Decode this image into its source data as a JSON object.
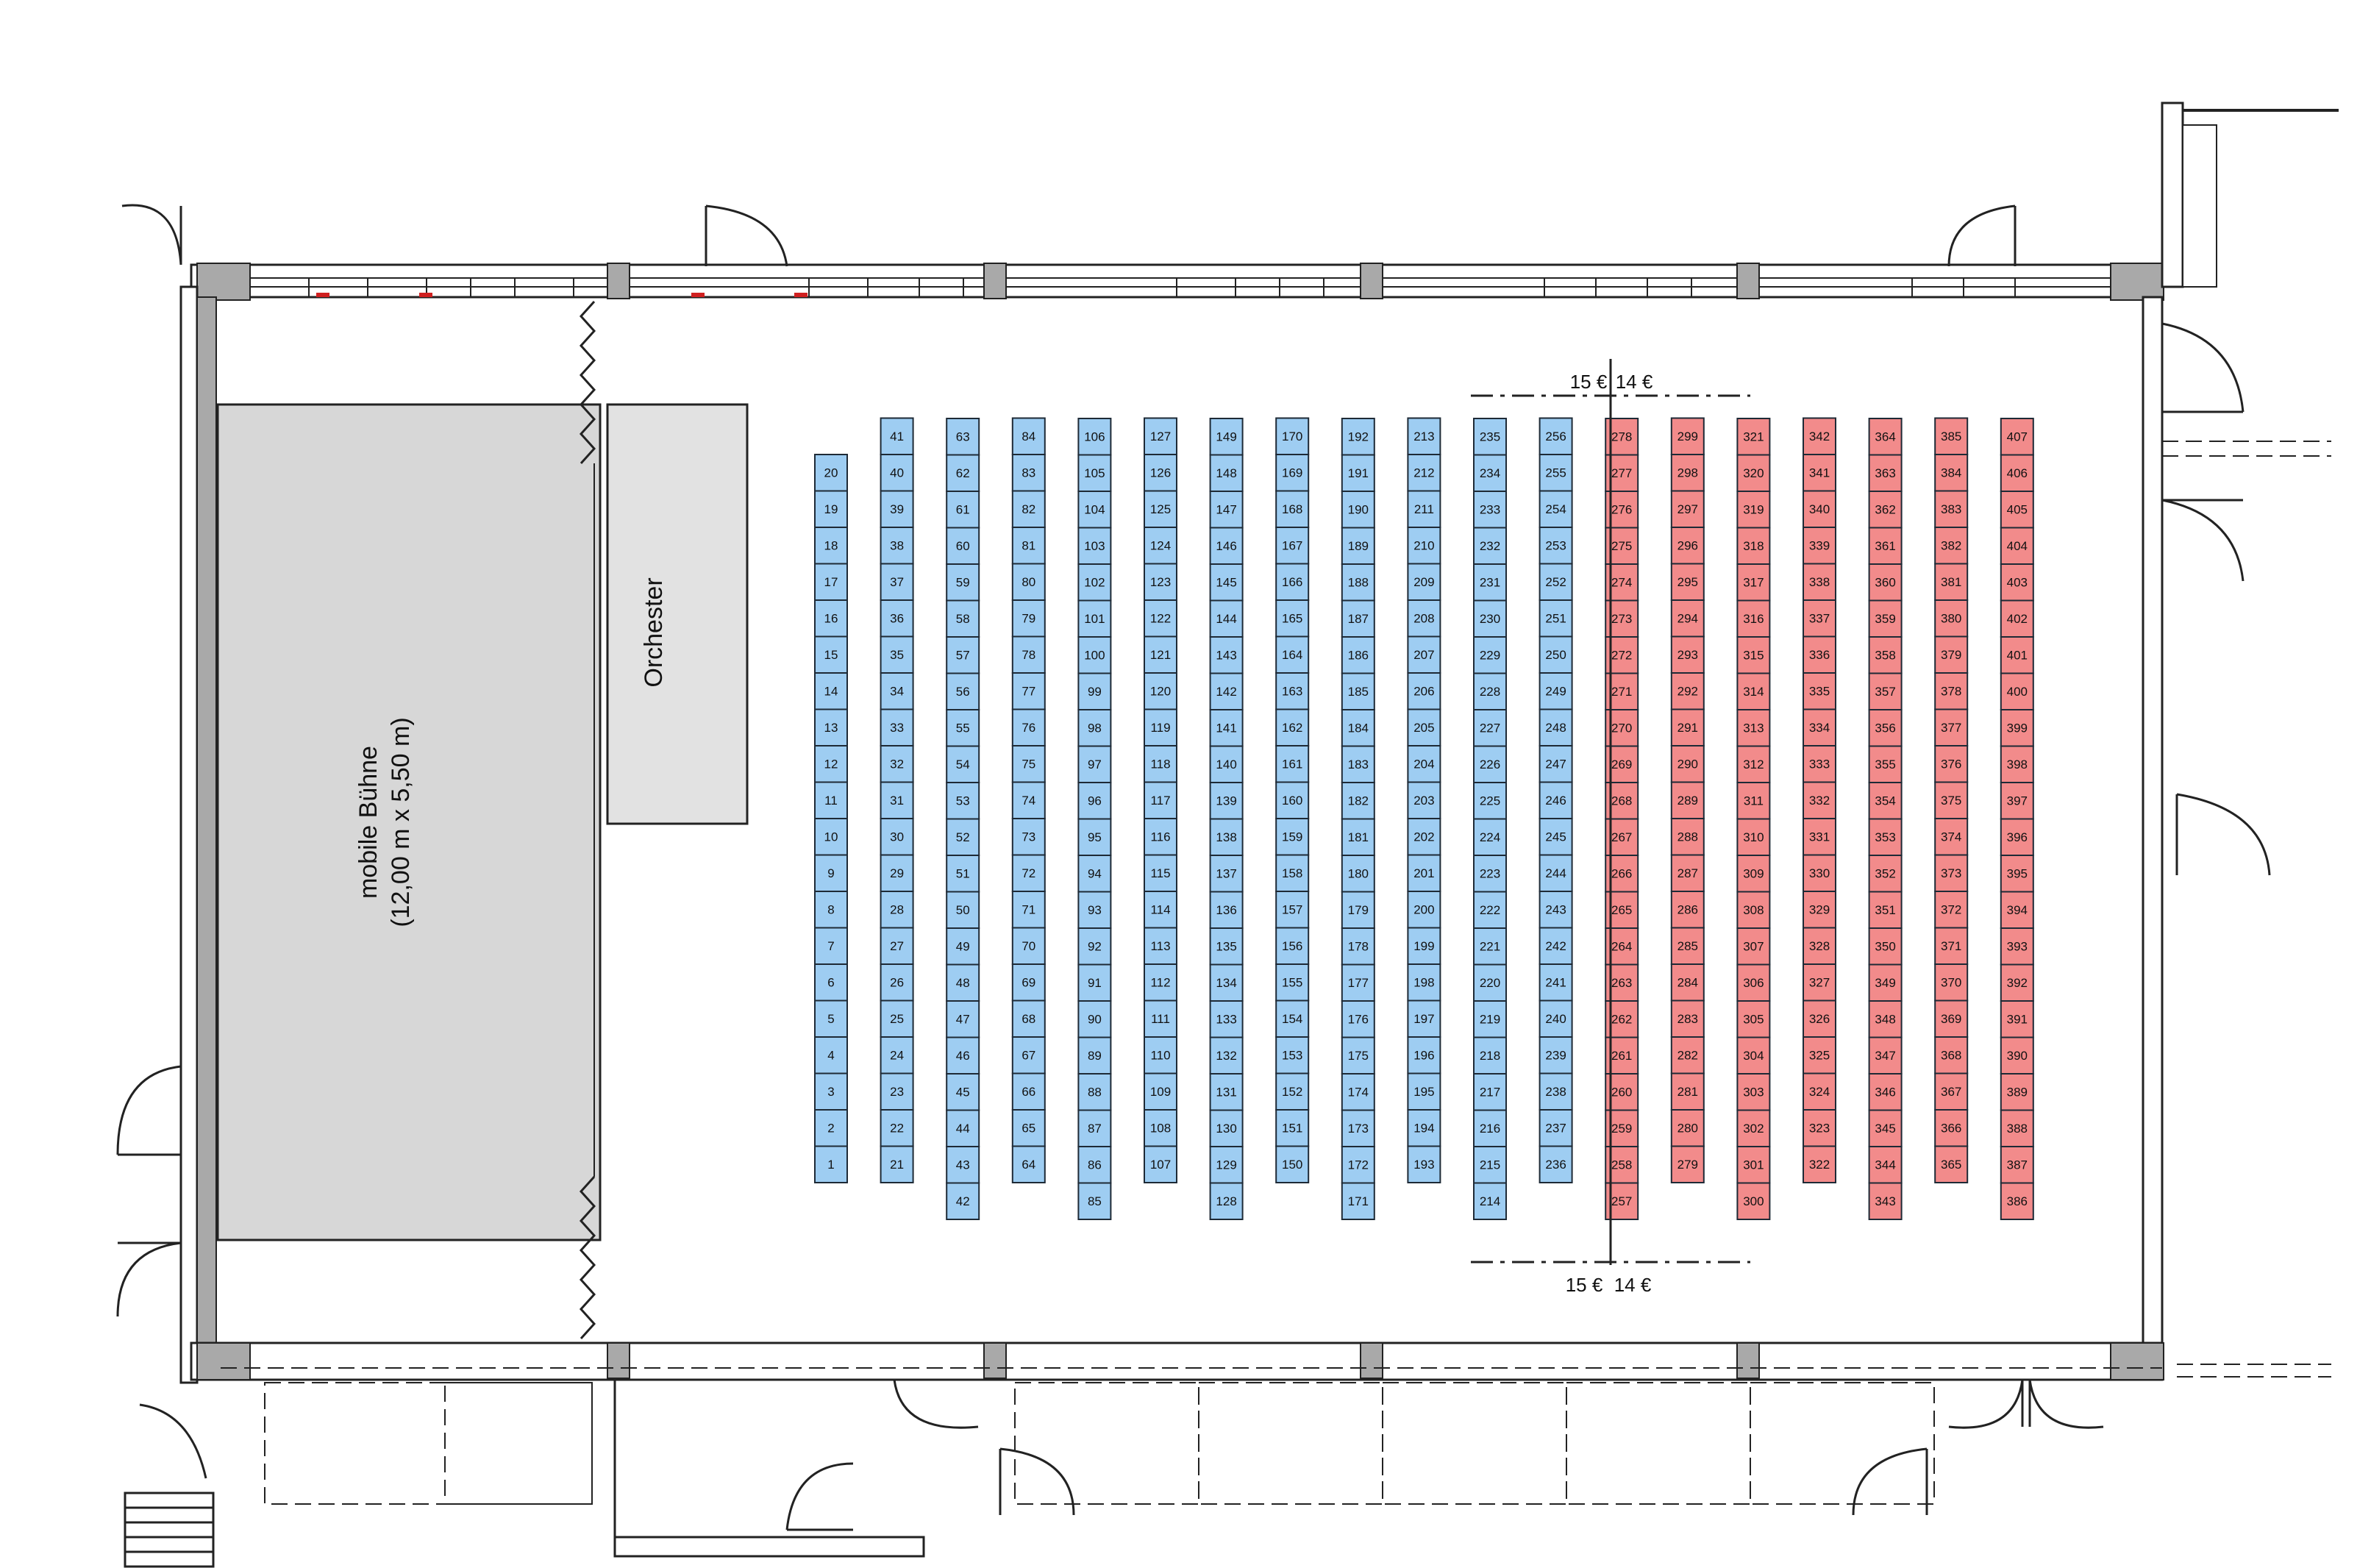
{
  "stage": {
    "line1": "mobile Bühne",
    "line2": "(12,00 m x 5,50 m)"
  },
  "orchestra": {
    "label": "Orchester"
  },
  "price_divider": {
    "top_left": "15 €",
    "top_right": "14 €",
    "bottom_left": "15 €",
    "bottom_right": "14 €"
  },
  "colors": {
    "blue_zone": "#9ecdf2",
    "red_zone": "#f28b8b",
    "stage_fill": "#d7d7d7",
    "orchestra_fill": "#e2e2e2",
    "wall_fill": "#a9a9a9"
  },
  "seating": {
    "blue_zone_price": "15 €",
    "red_zone_price": "14 €",
    "rows": [
      {
        "first": 1,
        "last": 20,
        "zone": "blue"
      },
      {
        "first": 21,
        "last": 41,
        "zone": "blue"
      },
      {
        "first": 42,
        "last": 63,
        "zone": "blue"
      },
      {
        "first": 64,
        "last": 84,
        "zone": "blue"
      },
      {
        "first": 85,
        "last": 106,
        "zone": "blue"
      },
      {
        "first": 107,
        "last": 127,
        "zone": "blue"
      },
      {
        "first": 128,
        "last": 149,
        "zone": "blue"
      },
      {
        "first": 150,
        "last": 170,
        "zone": "blue"
      },
      {
        "first": 171,
        "last": 192,
        "zone": "blue"
      },
      {
        "first": 193,
        "last": 213,
        "zone": "blue"
      },
      {
        "first": 214,
        "last": 235,
        "zone": "blue"
      },
      {
        "first": 236,
        "last": 256,
        "zone": "blue"
      },
      {
        "first": 257,
        "last": 278,
        "zone": "red"
      },
      {
        "first": 279,
        "last": 299,
        "zone": "red"
      },
      {
        "first": 300,
        "last": 321,
        "zone": "red"
      },
      {
        "first": 322,
        "last": 342,
        "zone": "red"
      },
      {
        "first": 343,
        "last": 364,
        "zone": "red"
      },
      {
        "first": 365,
        "last": 385,
        "zone": "red"
      },
      {
        "first": 386,
        "last": 407,
        "zone": "red"
      }
    ]
  }
}
